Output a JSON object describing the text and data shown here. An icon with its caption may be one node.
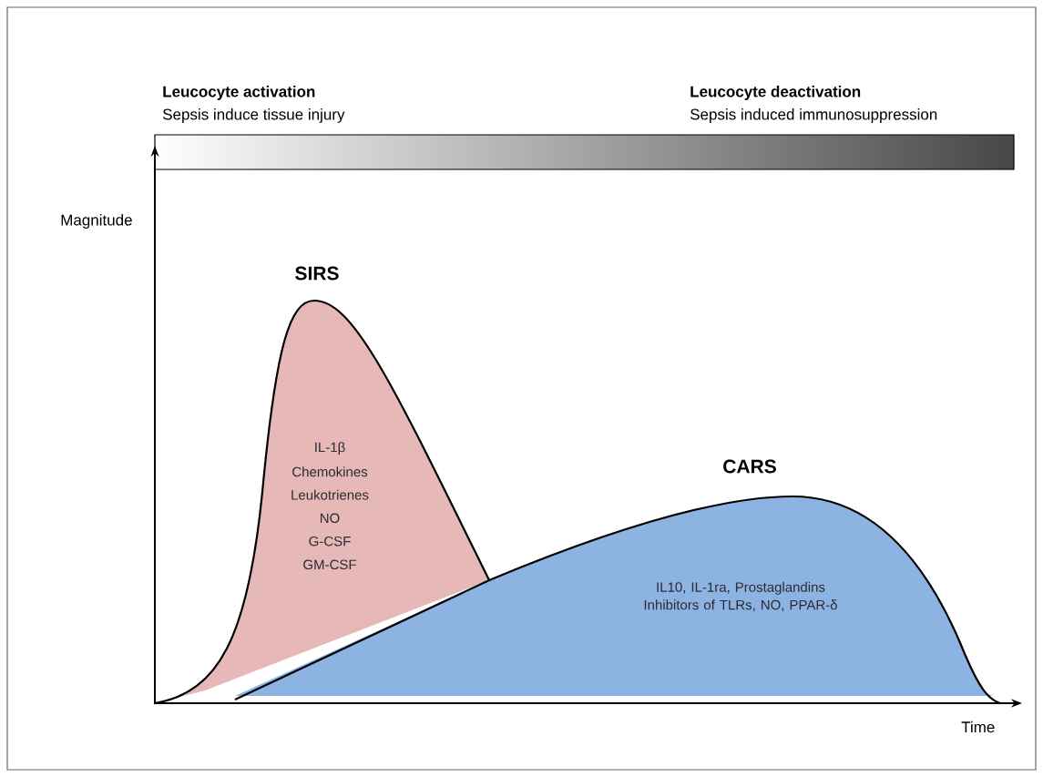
{
  "diagram": {
    "nodes": [
      {
        "text": [
          "SIRS",
          "IL-1β",
          "Chemokines",
          "Leukotrienes",
          "NO",
          "G-CSF",
          "GM-CSF"
        ]
      },
      {
        "text": [
          "CARS",
          "IL10, IL-1ra, Prostaglandins Inhibitors of TLRs, NO, PPAR-δ"
        ]
      }
    ],
    "labels": [
      "Leucocyte activation",
      "Sepsis induce tissue injury",
      "Leucocyte deactivation",
      "Sepsis induced immunosuppression",
      "Magnitude",
      "Time"
    ]
  }
}
